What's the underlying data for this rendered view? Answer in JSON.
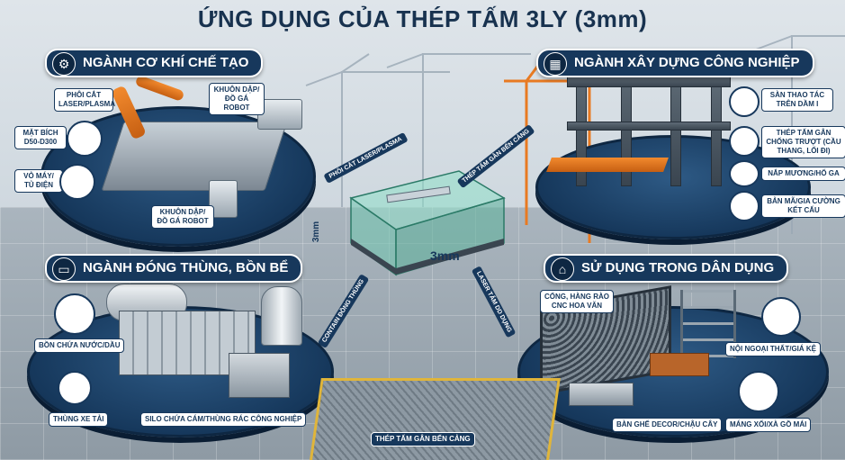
{
  "title": "ỨNG DỤNG CỦA THÉP TẤM 3LY (3mm)",
  "center": {
    "thickness_label": "3mm",
    "side_label": "3mm",
    "link_laser": "PHÔI CẮT LASER/PLASMA",
    "link_bridge": "THÉP TẤM GÂN BẾN CẢNG",
    "link_tank": "CONTAIN ĐỒNG THÙNG",
    "link_civil": "LASER TẤM DD DỤNG",
    "floor_label": "THÉP TẤM GÂN BẾN CẢNG"
  },
  "sections": {
    "mech": {
      "title": "NGÀNH CƠ KHÍ CHẾ TẠO",
      "icon": "gear-icon",
      "labels": [
        "PHÔI CẮT LASER/PLASMA",
        "MẶT BÍCH D50-D300",
        "VỎ MÁY/ TỦ ĐIỆN",
        "KHUÔN DẬP/ ĐỒ GÁ ROBOT",
        "KHUÔN DẬP/ ĐỒ GÁ ROBOT"
      ]
    },
    "build": {
      "title": "NGÀNH XÂY DỰNG CÔNG NGHIỆP",
      "icon": "building-icon",
      "labels": [
        "SÀN THAO TÁC TRÊN DẦM I",
        "THÉP TẤM GÂN CHỐNG TRƯỢT (CẦU THANG, LỐI ĐI)",
        "NẮP MƯƠNG/HỐ GA",
        "BẢN MÃ/GIA CƯỜNG KẾT CẤU"
      ]
    },
    "tank": {
      "title": "NGÀNH ĐÓNG THÙNG, BỒN BỂ",
      "icon": "truck-icon",
      "labels": [
        "BỒN CHỨA NƯỚC/DẦU",
        "THÙNG XE TẢI",
        "SILO CHỨA CÁM/THÙNG RÁC CÔNG NGHIỆP"
      ]
    },
    "civil": {
      "title": "SỬ DỤNG TRONG DÂN DỤNG",
      "icon": "house-icon",
      "labels": [
        "CỔNG, HÀNG RÀO CNC HOA VĂN",
        "NỘI NGOẠI THẤT/GIÁ KỆ",
        "BÀN GHẾ DECOR/CHẬU CÂY",
        "MÁNG XỐI/XÀ GỒ MÁI"
      ]
    }
  },
  "colors": {
    "navy": "#17385c",
    "orange": "#e87a22",
    "glass": "#8fe0c8"
  }
}
